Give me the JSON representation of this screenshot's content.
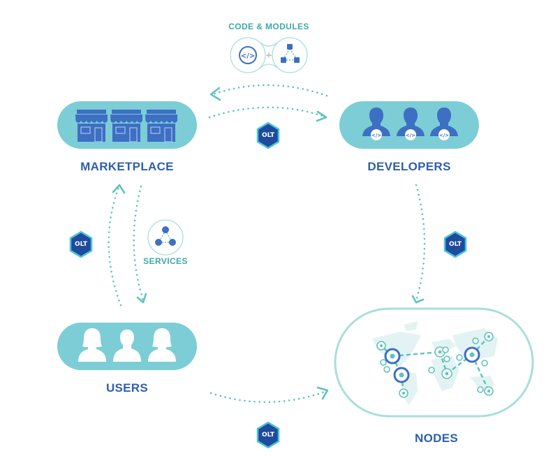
{
  "colors": {
    "pill_fill": "#7ccdd6",
    "icon_blue": "#3d6fc2",
    "label_blue": "#2e5fae",
    "teal": "#5ec4bd",
    "badge_dark": "#1e4b9c",
    "badge_rim": "#4cc3d9"
  },
  "code_modules": {
    "title": "CODE & MODULES",
    "plus": "+",
    "code_glyph": "</>"
  },
  "marketplace": {
    "label": "MARKETPLACE",
    "icon": "storefront-icon",
    "count": 3
  },
  "developers": {
    "label": "DEVELOPERS",
    "icon": "developer-icon",
    "count": 3,
    "badge_glyph": "</>"
  },
  "services": {
    "label": "SERVICES"
  },
  "users": {
    "label": "USERS",
    "icon": "user-icon",
    "count": 3
  },
  "nodes": {
    "label": "NODES",
    "icon": "world-map-icon"
  },
  "badges": {
    "top": "OLT",
    "left": "OLT",
    "right": "OLT",
    "bottom": "OLT"
  }
}
